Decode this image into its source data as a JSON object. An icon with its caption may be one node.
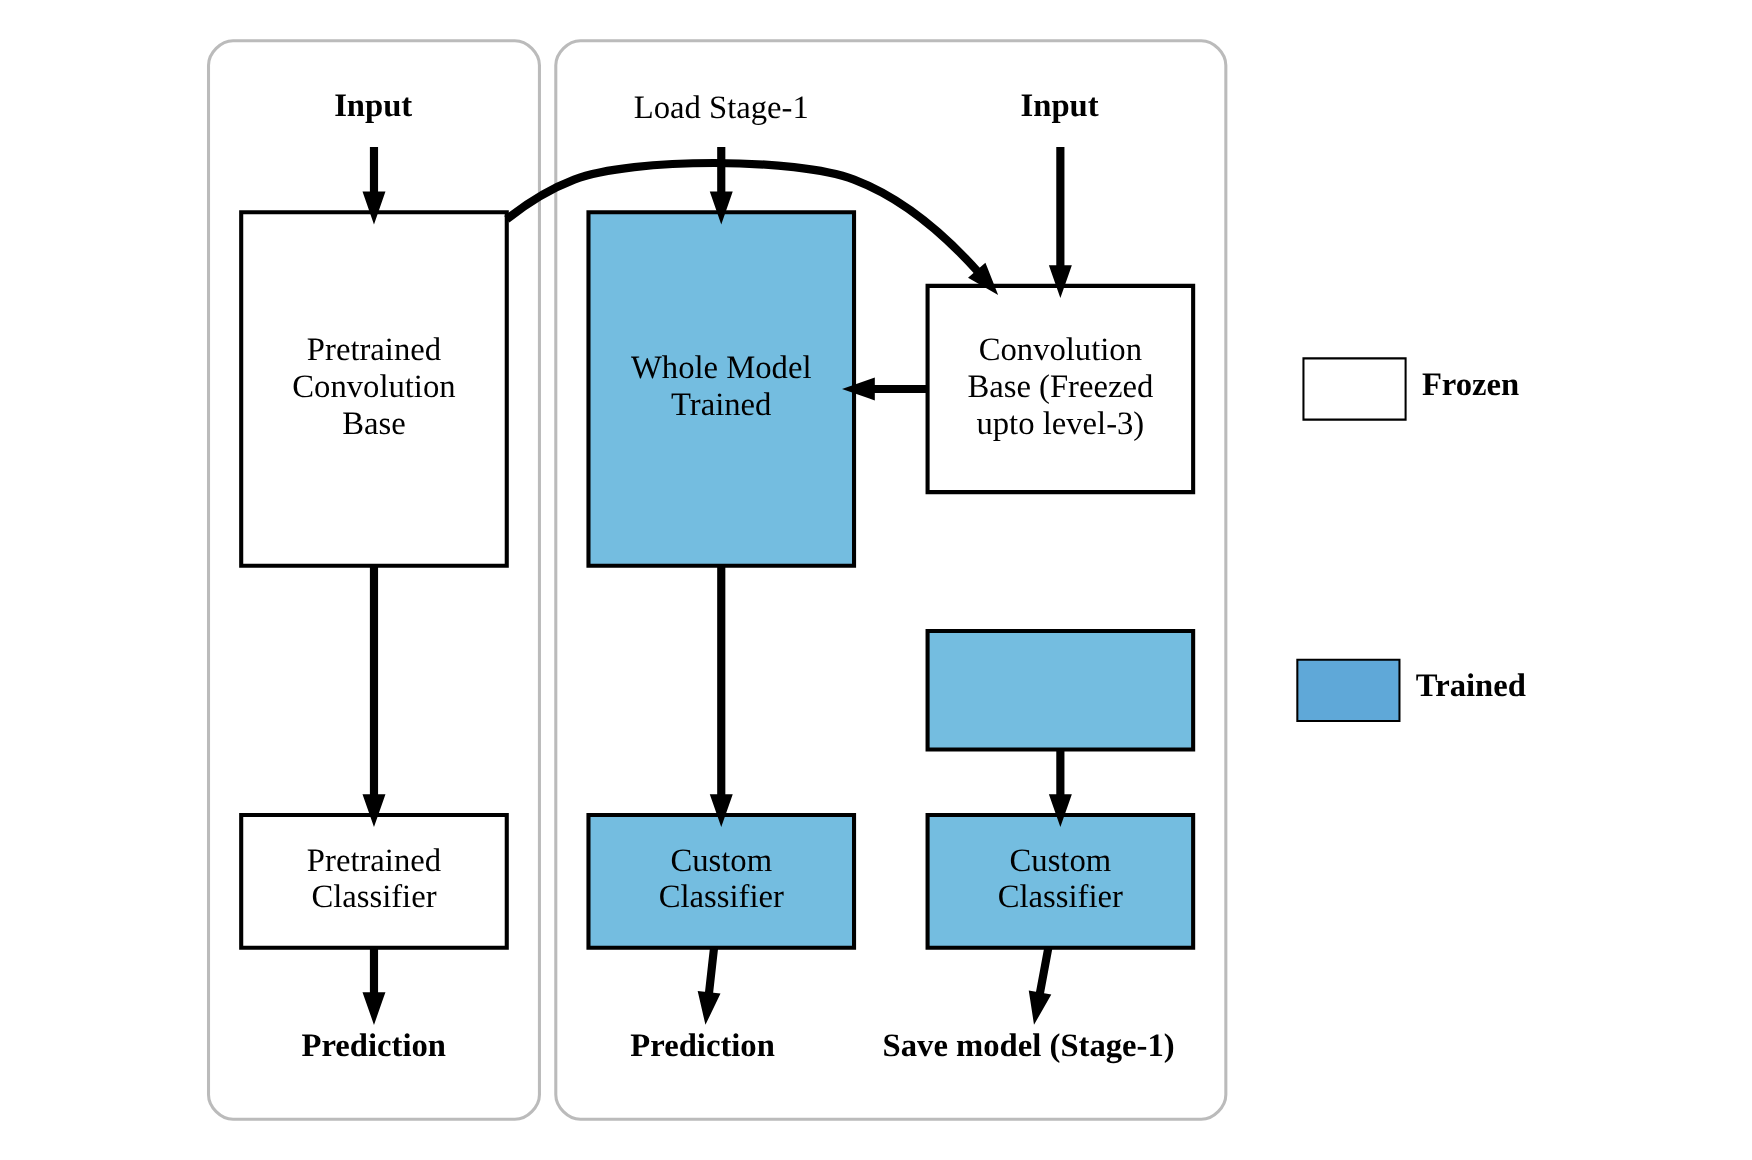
{
  "diagram": {
    "nodes": [
      {
        "text": [],
        "shape": "box"
      },
      {
        "text": [
          "Input"
        ],
        "in": 0
      },
      {
        "text": [
          "Pretrained Convolution Base"
        ],
        "in": 0
      },
      {
        "text": [
          "Pretrained Classifier"
        ],
        "in": 0
      },
      {
        "text": [
          "Prediction"
        ],
        "in": 0
      },
      {
        "text": [],
        "shape": "box"
      },
      {
        "text": [
          "Input"
        ],
        "in": 5
      },
      {
        "text": [
          "Convolution Base (Freezed upto level-3)"
        ],
        "in": 5
      },
      {
        "text": [],
        "shape": "box",
        "in": 5
      },
      {
        "text": [
          "Custom Classifier"
        ],
        "in": 5
      },
      {
        "text": [
          "Save model (Stage-1)"
        ],
        "in": 5
      },
      {
        "text": [
          "Load Stage-1"
        ],
        "in": 5
      },
      {
        "text": [
          "Whole Model Trained"
        ],
        "in": 5
      },
      {
        "text": [
          "Custom Classifier"
        ],
        "in": 5
      },
      {
        "text": [
          "Prediction"
        ],
        "in": 5
      }
    ],
    "edges": [
      {
        "from": 1,
        "to": 2,
        "arrow": "to"
      },
      {
        "from": 2,
        "to": 3,
        "arrow": "to"
      },
      {
        "from": 3,
        "to": 4,
        "arrow": "to"
      },
      {
        "from": 2,
        "to": 7,
        "arrow": "to"
      },
      {
        "from": 6,
        "to": 7,
        "arrow": "to"
      },
      {
        "from": 8,
        "to": 9,
        "arrow": "to"
      },
      {
        "from": 9,
        "to": 10,
        "arrow": "to"
      },
      {
        "from": 7,
        "to": 12,
        "arrow": "to"
      },
      {
        "from": 11,
        "to": 12,
        "arrow": "to"
      },
      {
        "from": 12,
        "to": 13,
        "arrow": "to"
      },
      {
        "from": 13,
        "to": 14,
        "arrow": "to"
      }
    ],
    "legend": [
      {
        "text": "Frozen",
        "color": "#ffffff"
      },
      {
        "text": "Trained",
        "color": "#5fa8d8"
      }
    ]
  }
}
